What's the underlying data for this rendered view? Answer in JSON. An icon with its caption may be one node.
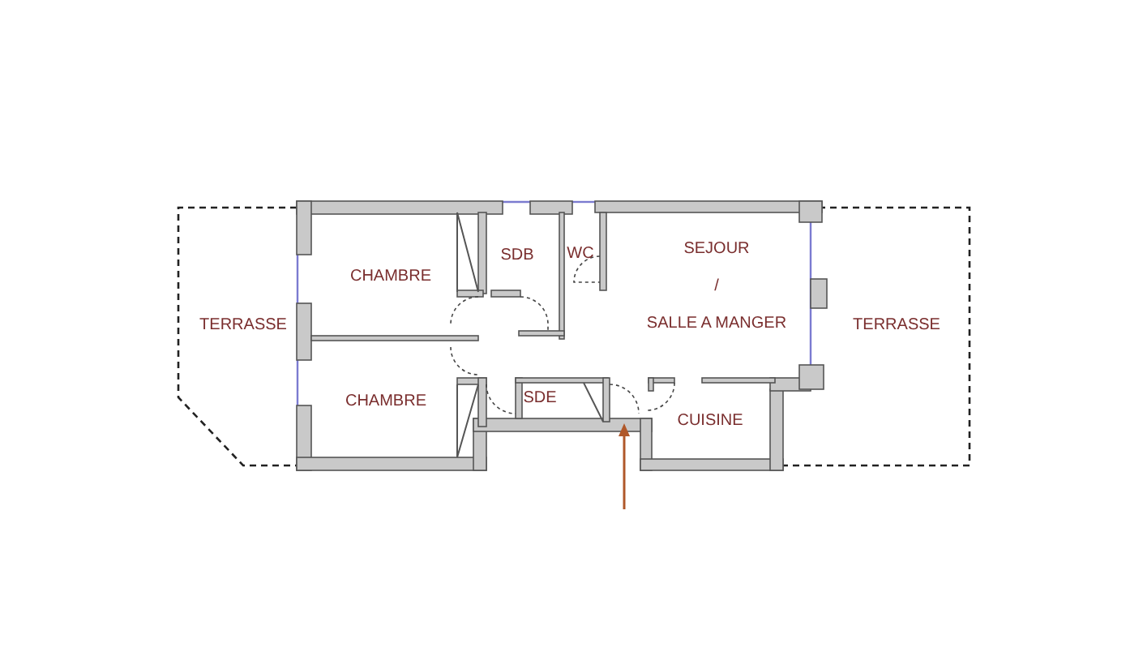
{
  "diagram": {
    "nodes": [
      {
        "text": [
          "TERRASSE"
        ]
      },
      {
        "text": [
          "CHAMBRE"
        ]
      },
      {
        "text": [
          "CHAMBRE"
        ]
      },
      {
        "text": [
          "SDB"
        ]
      },
      {
        "text": [
          "WC"
        ]
      },
      {
        "text": [
          "SEJOUR",
          "/",
          "SALLE A MANGER"
        ]
      },
      {
        "text": [
          "SDE"
        ]
      },
      {
        "text": [
          "CUISINE"
        ]
      },
      {
        "text": [
          "TERRASSE"
        ]
      }
    ]
  }
}
